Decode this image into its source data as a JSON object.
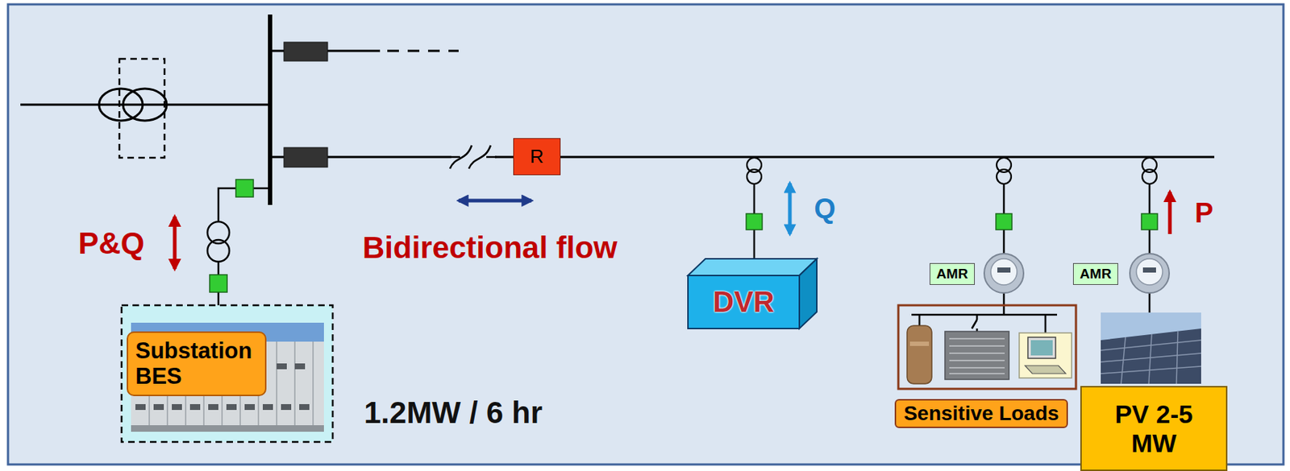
{
  "diagram": {
    "nodes": [
      {
        "text": [
          "Substation BES"
        ]
      },
      {
        "text": [
          "R"
        ]
      },
      {
        "text": [
          "DVR"
        ]
      },
      {
        "text": [
          "AMR"
        ]
      },
      {
        "text": [
          "Sensitive Loads"
        ]
      },
      {
        "text": [
          "AMR"
        ]
      },
      {
        "text": [
          "PV 2-5 MW"
        ]
      }
    ],
    "labels": [
      "P&Q",
      "Bidirectional flow",
      "Q",
      "P",
      "1.2MW / 6 hr"
    ]
  }
}
